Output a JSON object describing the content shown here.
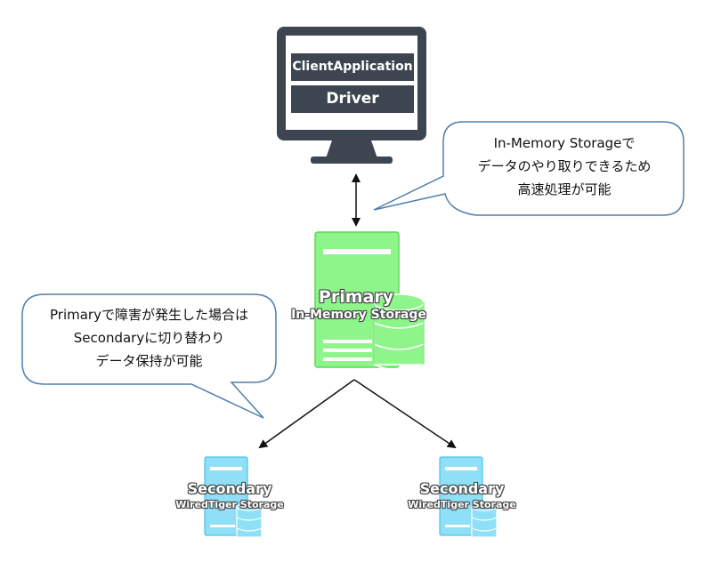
{
  "client": {
    "app_label": "ClientApplication",
    "driver_label": "Driver"
  },
  "primary": {
    "title": "Primary",
    "subtitle": "In-Memory Storage"
  },
  "secondaries": [
    {
      "title": "Secondary",
      "subtitle": "WiredTiger Storage"
    },
    {
      "title": "Secondary",
      "subtitle": "WiredTiger Storage"
    }
  ],
  "callouts": {
    "in_memory": [
      "In-Memory Storageで",
      "データのやり取りできるため",
      "高速処理が可能"
    ],
    "failover": [
      "Primaryで障害が発生した場合は",
      "Secondaryに切り替わり",
      "データ保持が可能"
    ]
  },
  "colors": {
    "monitor": "#3d4650",
    "primary_server": "#8ef58a",
    "primary_server_dark": "#5fd65a",
    "secondary_server": "#8fe0f7",
    "secondary_server_dark": "#4cc3e8",
    "bubble_stroke": "#4e7fae"
  }
}
